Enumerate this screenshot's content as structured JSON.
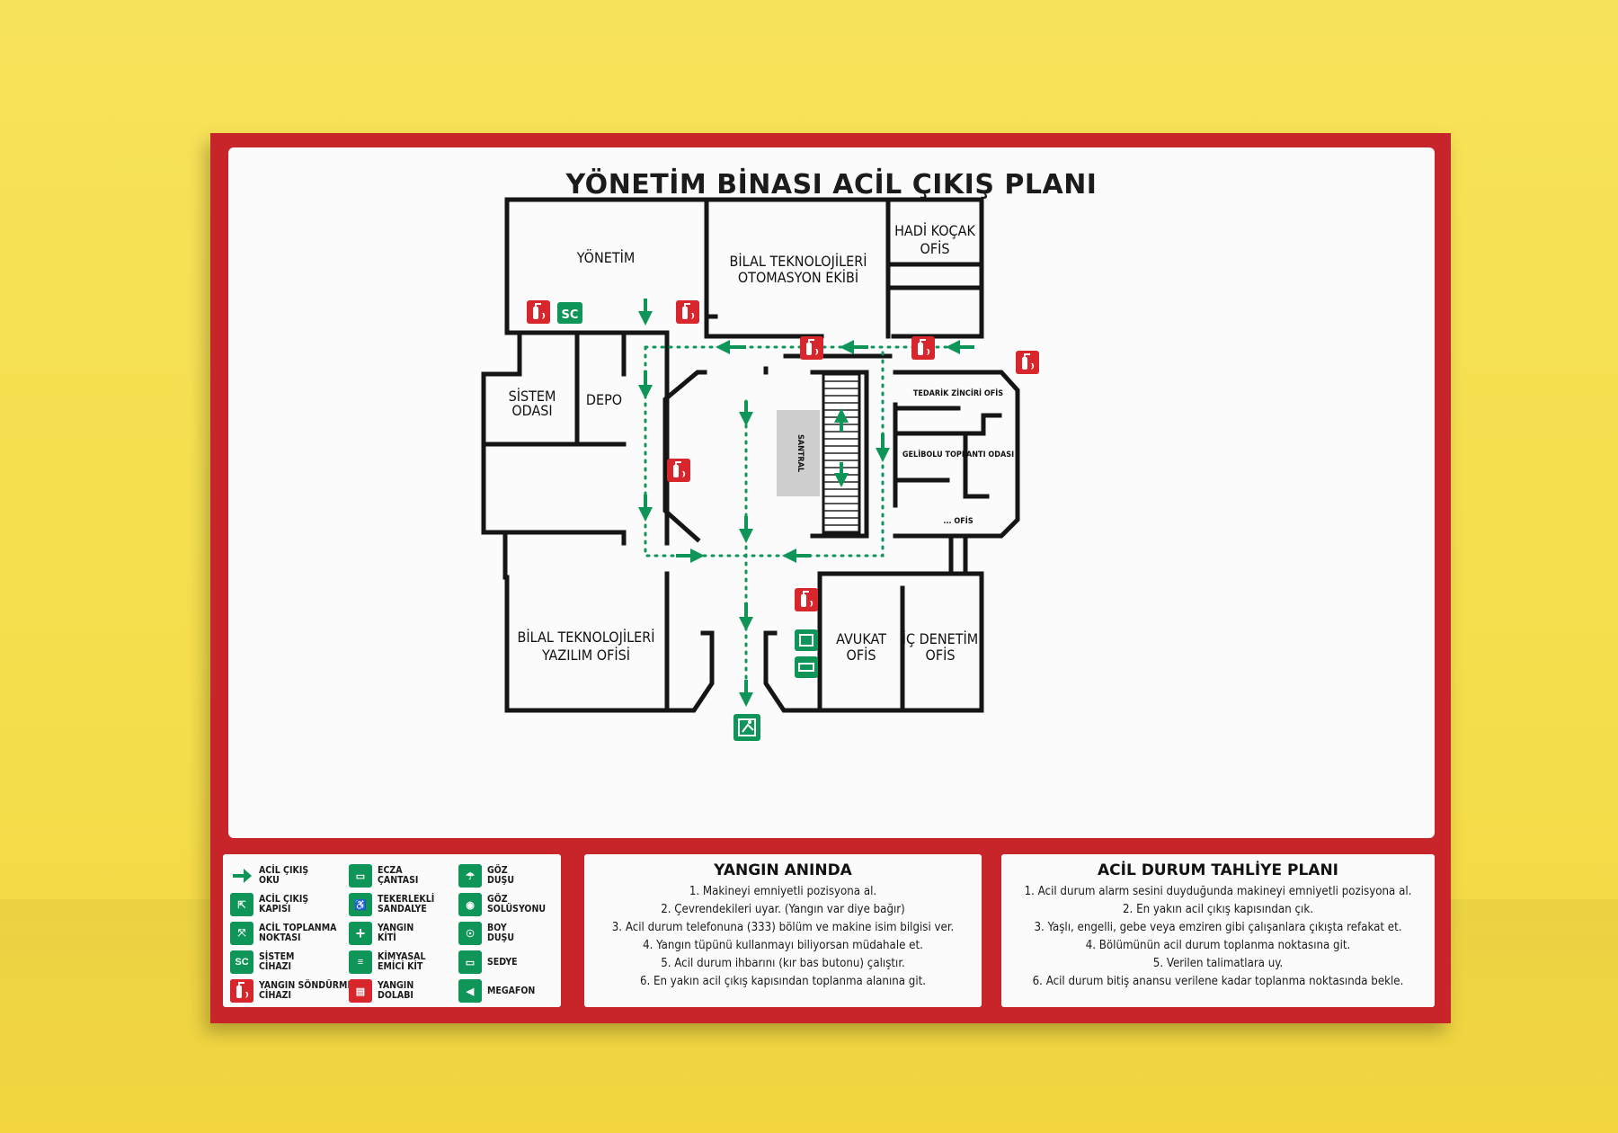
{
  "title": "YÖNETİM BİNASI ACİL ÇIKIŞ PLANI",
  "colors": {
    "board_red": "#c8252b",
    "exit_green": "#109558",
    "fire_red": "#d8262d",
    "background_yellow": "#f5dc4a"
  },
  "rooms": {
    "yonetim": "YÖNETİM",
    "otomasyon_1": "BİLAL TEKNOLOJİLERİ",
    "otomasyon_2": "OTOMASYON EKİBİ",
    "hadi_1": "HADİ KOÇAK",
    "hadi_2": "OFİS",
    "sistem_1": "SİSTEM",
    "sistem_2": "ODASI",
    "depo": "DEPO",
    "santral": "SANTRAL",
    "tedarik": "TEDARİK ZİNCİRİ OFİS",
    "gelibolu": "GELİBOLU TOPLANTI ODASI",
    "ofis_small": "... OFİS",
    "yazilim_1": "BİLAL TEKNOLOJİLERİ",
    "yazilim_2": "YAZILIM OFİSİ",
    "avukat_1": "AVUKAT",
    "avukat_2": "OFİS",
    "icdenetim_1": "İÇ DENETİM",
    "icdenetim_2": "OFİS"
  },
  "map_badges": {
    "sc": "SC"
  },
  "legend": [
    {
      "icon": "arrow-right-icon",
      "label": "ACİL ÇIKIŞ\nOKU"
    },
    {
      "icon": "emergency-exit-door-icon",
      "label": "ACİL ÇIKIŞ\nKAPISI"
    },
    {
      "icon": "assembly-point-icon",
      "label": "ACİL TOPLANMA\nNOKTASI"
    },
    {
      "icon": "sc-system-icon",
      "badge": "SC",
      "label": "SİSTEM\nCİHAZI"
    },
    {
      "icon": "fire-extinguisher-icon",
      "label": "YANGIN SÖNDÜRME\nCİHAZI"
    },
    {
      "icon": "first-aid-bag-icon",
      "label": "ECZA\nÇANTASI"
    },
    {
      "icon": "wheelchair-icon",
      "label": "TEKERLEKLİ\nSANDALYE"
    },
    {
      "icon": "first-aid-cross-icon",
      "label": "YANGIN\nKİTİ"
    },
    {
      "icon": "chemical-spill-kit-icon",
      "label": "KİMYASAL\nEMİCİ KİT"
    },
    {
      "icon": "fire-cabinet-icon",
      "label": "YANGIN\nDOLABI"
    },
    {
      "icon": "eye-shower-icon",
      "label": "GÖZ\nDUŞU"
    },
    {
      "icon": "eye-wash-solution-icon",
      "label": "GÖZ\nSOLÜSYONU"
    },
    {
      "icon": "body-shower-icon",
      "label": "BOY\nDUŞU"
    },
    {
      "icon": "stretcher-icon",
      "label": "SEDYE"
    },
    {
      "icon": "megaphone-icon",
      "label": "MEGAFON"
    }
  ],
  "fire_panel": {
    "title": "YANGIN ANINDA",
    "steps": [
      "1. Makineyi emniyetli pozisyona al.",
      "2. Çevrendekileri uyar. (Yangın var diye bağır)",
      "3. Acil durum telefonuna (333) bölüm ve makine isim bilgisi ver.",
      "4. Yangın tüpünü kullanmayı biliyorsan müdahale et.",
      "5. Acil durum ihbarını (kır bas butonu) çalıştır.",
      "6. En yakın acil çıkış kapısından toplanma alanına git."
    ]
  },
  "evac_panel": {
    "title": "ACİL DURUM TAHLİYE PLANI",
    "steps": [
      "1. Acil durum alarm sesini duyduğunda makineyi emniyetli pozisyona al.",
      "2. En yakın acil çıkış kapısından çık.",
      "3. Yaşlı, engelli, gebe veya emziren gibi çalışanlara çıkışta refakat et.",
      "4. Bölümünün acil durum toplanma noktasına git.",
      "5. Verilen talimatlara uy.",
      "6. Acil durum bitiş anansu verilene kadar toplanma noktasında bekle."
    ]
  }
}
